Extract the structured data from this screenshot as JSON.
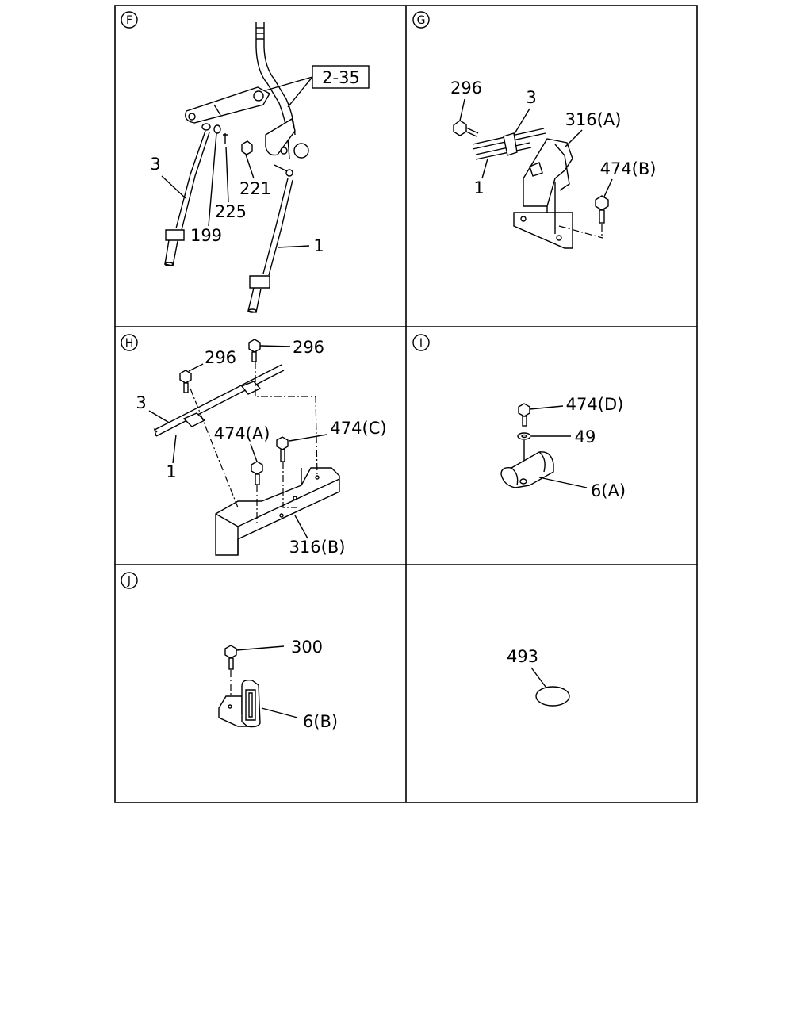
{
  "panels": [
    {
      "id": "F",
      "letter": "F",
      "labels": [
        "2-35",
        "3",
        "199",
        "225",
        "221",
        "1"
      ]
    },
    {
      "id": "G",
      "letter": "G",
      "labels": [
        "296",
        "3",
        "316(A)",
        "474(B)",
        "1"
      ]
    },
    {
      "id": "H",
      "letter": "H",
      "labels": [
        "296",
        "296",
        "3",
        "474(A)",
        "474(C)",
        "1",
        "316(B)"
      ]
    },
    {
      "id": "I",
      "letter": "I",
      "labels": [
        "474(D)",
        "49",
        "6(A)"
      ]
    },
    {
      "id": "J",
      "letter": "J",
      "labels": [
        "300",
        "6(B)"
      ]
    },
    {
      "id": "K",
      "letter": "",
      "labels": [
        "493"
      ]
    }
  ]
}
